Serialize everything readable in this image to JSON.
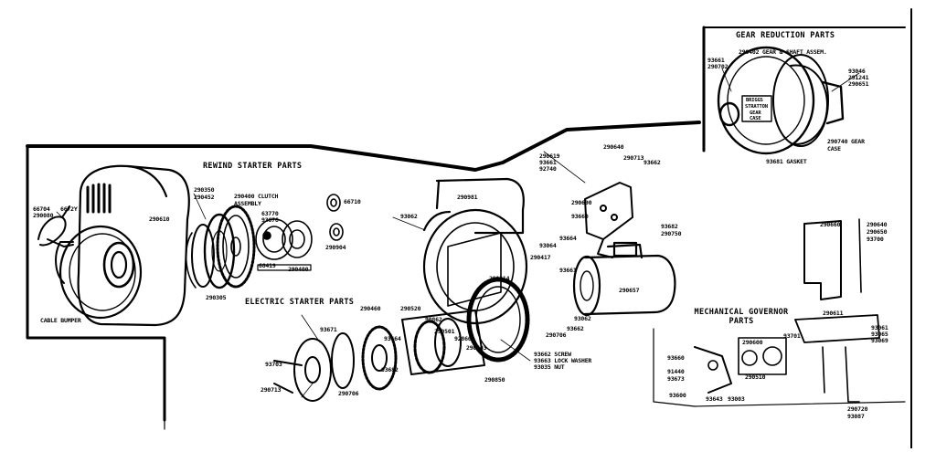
{
  "diagram": {
    "sections": {
      "rewind": "REWIND STARTER PARTS",
      "electric": "ELECTRIC STARTER PARTS",
      "gear": "GEAR REDUCTION PARTS",
      "governor": "MECHANICAL GOVERNOR PARTS"
    },
    "labels": {
      "l01": "66704",
      "l02": "290080",
      "l03": "6672Y",
      "l04": "290610",
      "l05": "CABLE BUMPER",
      "l06": "290350",
      "l07": "290452",
      "l08": "290400 CLUTCH ASSEMBLY",
      "l09": "63770",
      "l10": "93676",
      "l11": "68419",
      "l12": "290305",
      "l13": "66710",
      "l14": "290400",
      "l15": "290904",
      "l16": "290981",
      "l17": "93062",
      "l18": "290417",
      "l19": "290214",
      "l20": "290460",
      "l21": "290520",
      "l22": "93671",
      "l23": "290657",
      "l24": "93661",
      "l25": "93062",
      "l26": "290706",
      "l27": "93662",
      "l28": "93662 SCREW",
      "l29": "93663 LOCK WASHER",
      "l30": "93035 NUT",
      "l31": "290850",
      "l32": "90862",
      "l33": "290501",
      "l34": "92860",
      "l35": "290503",
      "l36": "93682",
      "l37": "290706",
      "l38": "93703",
      "l39": "290713",
      "l40": "93664",
      "l41": "290402 GEAR & SHAFT ASSEM.",
      "l42": "93661",
      "l43": "290702",
      "l44": "93046",
      "l45": "291241",
      "l46": "290651",
      "l47": "93681 GASKET",
      "l48": "290740 GEAR CASE",
      "l49": "290660",
      "l50": "290640",
      "l51": "290650",
      "l52": "93700",
      "l53": "93061",
      "l54": "93065",
      "l55": "93069",
      "l56": "290611",
      "l57": "93701",
      "l58": "290600",
      "l59": "93660",
      "l60": "91440",
      "l61": "93673",
      "l62": "93600",
      "l63": "290510",
      "l64": "93643",
      "l65": "93003",
      "l66": "290720",
      "l67": "93087",
      "l68": "290619",
      "l69": "93661",
      "l70": "92740",
      "l71": "290640",
      "l72": "290713",
      "l73": "93662",
      "l74": "290690",
      "l75": "93660",
      "l76": "93664",
      "l77": "93682",
      "l78": "290750",
      "l79": "93064"
    },
    "plate_text": [
      "BRIGGS",
      "STRATTON",
      "GEAR",
      "CASE"
    ]
  }
}
